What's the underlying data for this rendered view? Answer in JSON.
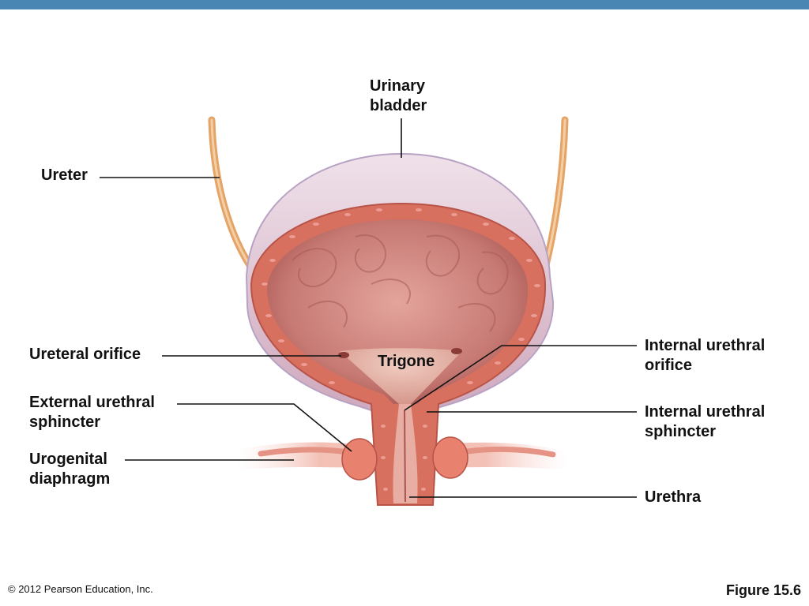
{
  "colors": {
    "top_bar": "#4a86b4",
    "outer_wall": "#d9b8c8",
    "muscle": "#d8705f",
    "lumen": "#bf6b66",
    "ureter": "#e4a468",
    "leader_line": "#111111"
  },
  "labels": {
    "urinary_bladder": "Urinary\nbladder",
    "ureter": "Ureter",
    "ureteral_orifice": "Ureteral orifice",
    "trigone": "Trigone",
    "internal_urethral_orifice": "Internal urethral\norifice",
    "external_urethral_sphincter": "External urethral\nsphincter",
    "internal_urethral_sphincter": "Internal urethral\nsphincter",
    "urogenital_diaphragm": "Urogenital\ndiaphragm",
    "urethra": "Urethra"
  },
  "footer": {
    "copyright": "© 2012 Pearson Education, Inc.",
    "figure": "Figure 15.6"
  }
}
